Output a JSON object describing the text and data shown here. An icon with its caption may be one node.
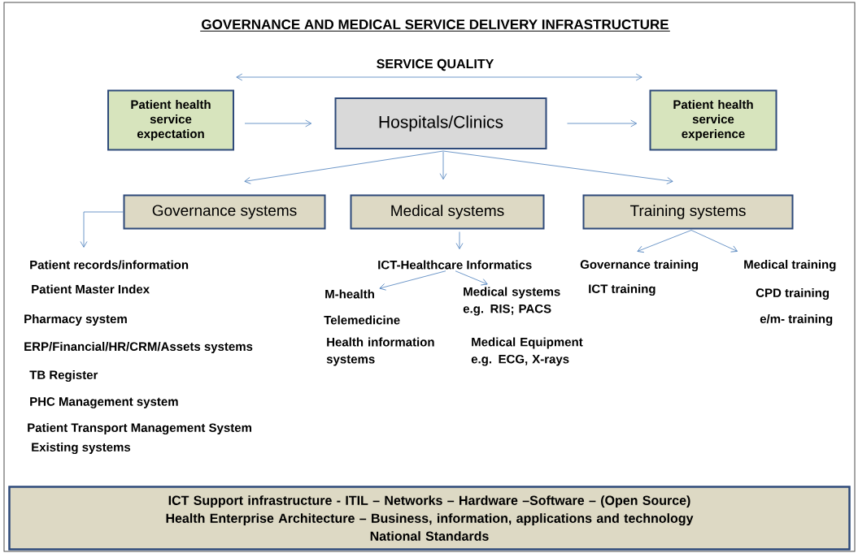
{
  "diagram": {
    "title": "GOVERNANCE AND MEDICAL SERVICE DELIVERY INFRASTRUCTURE",
    "nodes": [
      {
        "text": [
          "Patient health service expectation"
        ]
      },
      {
        "text": [
          "Hospitals/Clinics"
        ]
      },
      {
        "text": [
          "Patient health service experience"
        ]
      },
      {
        "text": [
          "Governance systems"
        ]
      },
      {
        "text": [
          "Medical systems"
        ]
      },
      {
        "text": [
          "Training systems"
        ]
      },
      {
        "text": [
          "Patient records/information"
        ]
      },
      {
        "text": [
          "ICT-Healthcare Informatics"
        ]
      },
      {
        "text": [
          "M-health"
        ]
      },
      {
        "text": [
          "Medical systems e.g. RIS; PACS"
        ]
      },
      {
        "text": [
          "Governance training"
        ]
      },
      {
        "text": [
          "Medical training"
        ]
      },
      {
        "text": [
          "ICT Support infrastructure - ITIL – Networks – Hardware –Software – (Open Source)",
          "Health Enterprise Architecture – Business, information, applications and technology",
          "National Standards"
        ]
      }
    ],
    "edges": [
      {
        "from": 0,
        "to": 1,
        "arrow": "to"
      },
      {
        "from": 1,
        "to": 2,
        "arrow": "to"
      },
      {
        "from": 1,
        "to": 3,
        "arrow": "to"
      },
      {
        "from": 1,
        "to": 4,
        "arrow": "to"
      },
      {
        "from": 1,
        "to": 5,
        "arrow": "to"
      },
      {
        "from": 3,
        "to": 6,
        "arrow": "to"
      },
      {
        "from": 4,
        "to": 7,
        "arrow": "to"
      },
      {
        "from": 7,
        "to": 8,
        "arrow": "to"
      },
      {
        "from": 7,
        "to": 9,
        "arrow": "to"
      },
      {
        "from": 5,
        "to": 10,
        "arrow": "to"
      },
      {
        "from": 5,
        "to": 11,
        "arrow": "to"
      }
    ],
    "labels": [
      "SERVICE QUALITY",
      "Patient Master Index",
      "Pharmacy system",
      "ERP/Financial/HR/CRM/Assets systems",
      "TB Register",
      "PHC Management system",
      "Patient Transport Management System",
      "Existing systems",
      "Telemedicine",
      "Health information systems",
      "Medical Equipment e.g. ECG, X-rays",
      "ICT training",
      "CPD training",
      "e/m- training"
    ]
  }
}
